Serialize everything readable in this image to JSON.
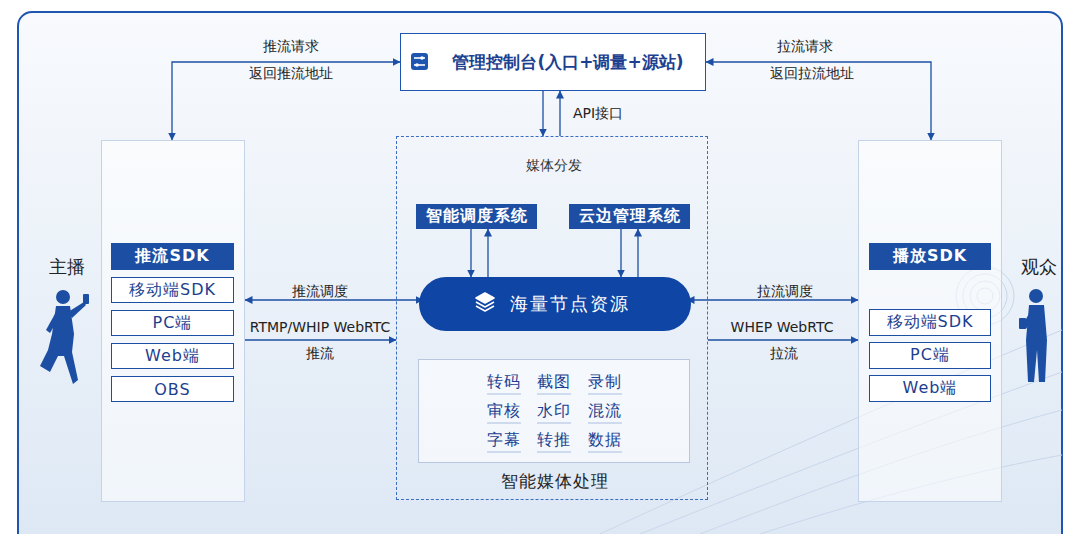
{
  "diagram": {
    "nodes": [
      {
        "text": [
          "管理控制台(入口+调量+源站)"
        ]
      },
      {
        "text": [
          "主播"
        ]
      },
      {
        "text": [
          "推流SDK"
        ],
        "in": 1
      },
      {
        "text": [
          "移动端SDK"
        ],
        "in": 1
      },
      {
        "text": [
          "PC端"
        ],
        "in": 1
      },
      {
        "text": [
          "Web端"
        ],
        "in": 1
      },
      {
        "text": [
          "OBS"
        ],
        "in": 1
      },
      {
        "text": [
          "媒体分发"
        ]
      },
      {
        "text": [
          "智能调度系统"
        ],
        "in": 7
      },
      {
        "text": [
          "云边管理系统"
        ],
        "in": 7
      },
      {
        "text": [
          "海量节点资源"
        ],
        "in": 7
      },
      {
        "text": [
          "转码",
          "截图",
          "录制",
          "审核",
          "水印",
          "混流",
          "字幕",
          "转推",
          "数据",
          "智能媒体处理"
        ],
        "in": 7
      },
      {
        "text": [
          "观众"
        ]
      },
      {
        "text": [
          "播放SDK"
        ],
        "in": 12
      },
      {
        "text": [
          "移动端SDK"
        ],
        "in": 12
      },
      {
        "text": [
          "PC端"
        ],
        "in": 12
      },
      {
        "text": [
          "Web端"
        ],
        "in": 12
      }
    ],
    "edges": [
      {
        "from": 0,
        "to": 1,
        "arrow": "both",
        "label": "推流请求"
      },
      {
        "from": 0,
        "to": 12,
        "arrow": "both",
        "label": "拉流请求"
      },
      {
        "from": 0,
        "to": 7,
        "arrow": "to"
      },
      {
        "from": 7,
        "to": 0,
        "arrow": "to",
        "label": "API接口"
      },
      {
        "from": 8,
        "to": 10,
        "arrow": "to"
      },
      {
        "from": 10,
        "to": 8,
        "arrow": "to"
      },
      {
        "from": 9,
        "to": 10,
        "arrow": "to"
      },
      {
        "from": 10,
        "to": 9,
        "arrow": "to"
      },
      {
        "from": 1,
        "to": 10,
        "arrow": "both",
        "label": "推流调度"
      },
      {
        "from": 1,
        "to": 7,
        "arrow": "to",
        "label": "RTMP/WHIP WebRTC"
      },
      {
        "from": 10,
        "to": 12,
        "arrow": "both",
        "label": "拉流调度"
      },
      {
        "from": 7,
        "to": 12,
        "arrow": "to",
        "label": "WHEP WebRTC"
      }
    ],
    "labels": [
      "返回推流地址",
      "返回拉流地址",
      "推流",
      "拉流"
    ]
  }
}
